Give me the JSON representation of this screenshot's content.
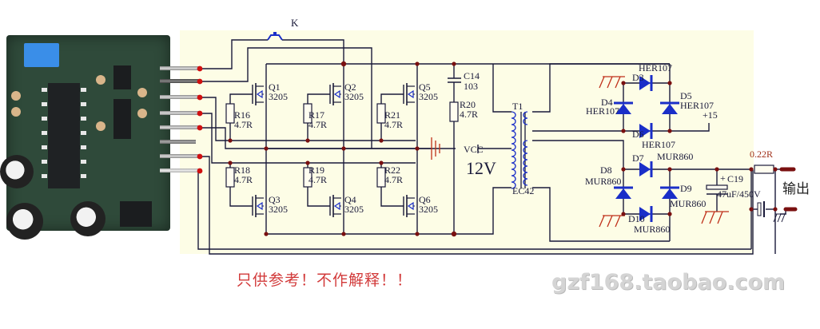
{
  "diagram": {
    "title_switch": "K",
    "pcb": {
      "name": "driver-board-photo"
    },
    "mosfets": [
      {
        "ref": "Q1",
        "part": "3205"
      },
      {
        "ref": "Q2",
        "part": "3205"
      },
      {
        "ref": "Q5",
        "part": "3205"
      },
      {
        "ref": "Q3",
        "part": "3205"
      },
      {
        "ref": "Q4",
        "part": "3205"
      },
      {
        "ref": "Q6",
        "part": "3205"
      }
    ],
    "resistors": [
      {
        "ref": "R16",
        "value": "4.7R"
      },
      {
        "ref": "R17",
        "value": "4.7R"
      },
      {
        "ref": "R21",
        "value": "4.7R"
      },
      {
        "ref": "R18",
        "value": "4.7R"
      },
      {
        "ref": "R19",
        "value": "4.7R"
      },
      {
        "ref": "R22",
        "value": "4.7R"
      },
      {
        "ref": "R20",
        "value": "4.7R"
      }
    ],
    "capacitor_snubber": {
      "ref": "C14",
      "value": "103"
    },
    "supply": {
      "label": "VCC",
      "voltage": "12V"
    },
    "transformer": {
      "ref": "T1",
      "core": "EC42"
    },
    "diodes_lv": [
      {
        "ref": "D3",
        "part": "HER107"
      },
      {
        "ref": "D4",
        "part": "HER107"
      },
      {
        "ref": "D5",
        "part": "HER107"
      },
      {
        "ref": "D6",
        "part": "HER107"
      }
    ],
    "lv_output": "+15",
    "diodes_hv": [
      {
        "ref": "D7",
        "part": "MUR860"
      },
      {
        "ref": "D8",
        "part": "MUR860"
      },
      {
        "ref": "D9",
        "part": "MUR860"
      },
      {
        "ref": "D10",
        "part": "MUR860"
      }
    ],
    "output_cap": {
      "ref": "C19",
      "plus": "+",
      "value": "47uF/450V"
    },
    "shunt": {
      "value": "0.22R"
    },
    "output_label": "输出",
    "note": "只供参考！不作解释！！",
    "watermark": "gzf168.taobao.com",
    "colors": {
      "wire": "#1a1a3a",
      "junction": "#7a1010",
      "diode": "#1a2ec8",
      "ground": "#c0301a",
      "note": "#d23a3a",
      "panel": "#fdfde6"
    }
  }
}
